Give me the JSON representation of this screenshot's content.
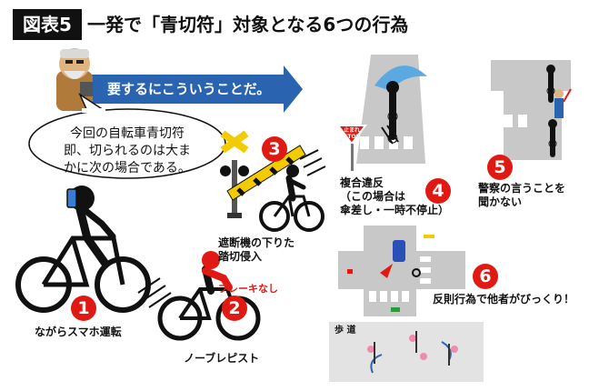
{
  "header": {
    "badge": "図表5",
    "title": "一発で「青切符」対象となる6つの行為"
  },
  "banner": {
    "text": "要するにこういうことだ。"
  },
  "speech_bubble": {
    "lines": [
      "今回の自転車青切符",
      "即、切られるのは大ま",
      "かに次の場合である。"
    ]
  },
  "items": [
    {
      "number": "1",
      "caption": "ながらスマホ運転"
    },
    {
      "number": "2",
      "caption": "ノーブレピスト",
      "note": "ブレーキなし"
    },
    {
      "number": "3",
      "caption_lines": [
        "遮断機の下りた",
        "踏切侵入"
      ]
    },
    {
      "number": "4",
      "caption_lines": [
        "複合違反",
        "（この場合は",
        "傘差し・一時不停止）"
      ],
      "sign_text": [
        "止まれ",
        "STOP"
      ]
    },
    {
      "number": "5",
      "caption_lines": [
        "警察の言うことを",
        "聞かない"
      ]
    },
    {
      "number": "6",
      "caption": "反則行為で他者がびっくり！",
      "sidewalk_label": "歩 道"
    }
  ],
  "colors": {
    "accent_red": "#e01a12",
    "banner_blue": "#2a63b0",
    "badge_black": "#111111",
    "road_gray": "#c8c8c8",
    "crossing_yellow": "#f2cc00"
  }
}
